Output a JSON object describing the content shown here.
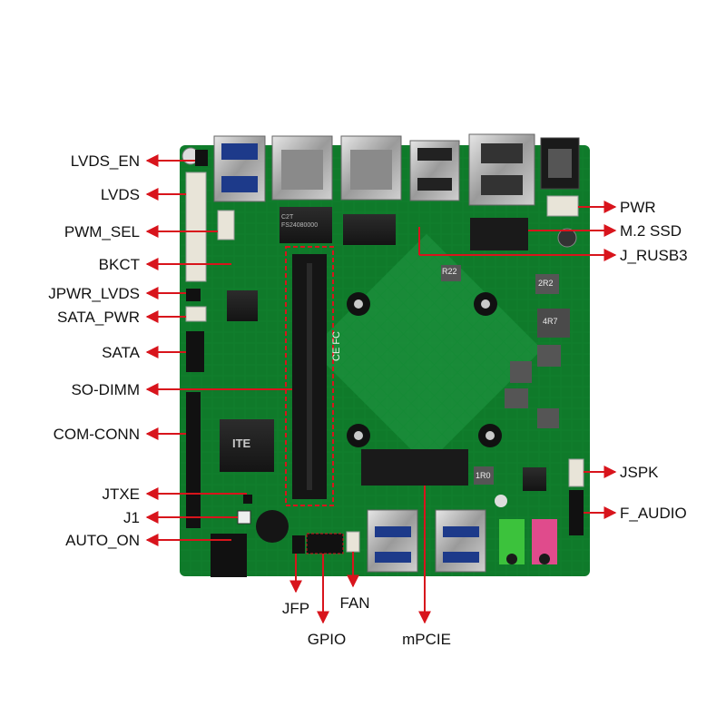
{
  "diagram": {
    "callouts_left": [
      {
        "id": "lvds-en",
        "text": "LVDS_EN"
      },
      {
        "id": "lvds",
        "text": "LVDS"
      },
      {
        "id": "pwm-sel",
        "text": "PWM_SEL"
      },
      {
        "id": "bkct",
        "text": "BKCT"
      },
      {
        "id": "jpwr-lvds",
        "text": "JPWR_LVDS"
      },
      {
        "id": "sata-pwr",
        "text": "SATA_PWR"
      },
      {
        "id": "sata",
        "text": "SATA"
      },
      {
        "id": "so-dimm",
        "text": "SO-DIMM"
      },
      {
        "id": "com-conn",
        "text": "COM-CONN"
      },
      {
        "id": "jtxe",
        "text": "JTXE"
      },
      {
        "id": "j1",
        "text": "J1"
      },
      {
        "id": "auto-on",
        "text": "AUTO_ON"
      }
    ],
    "callouts_right": [
      {
        "id": "pwr",
        "text": "PWR"
      },
      {
        "id": "m2-ssd",
        "text": "M.2 SSD"
      },
      {
        "id": "j-rusb3",
        "text": "J_RUSB3"
      },
      {
        "id": "jspk",
        "text": "JSPK"
      },
      {
        "id": "f-audio",
        "text": "F_AUDIO"
      }
    ],
    "callouts_bottom": [
      {
        "id": "jfp",
        "text": "JFP"
      },
      {
        "id": "fan",
        "text": "FAN"
      },
      {
        "id": "gpio",
        "text": "GPIO"
      },
      {
        "id": "mpcie",
        "text": "mPCIE"
      }
    ],
    "board_markings": {
      "r22": "R22",
      "r2r2": "2R2",
      "r4r7": "4R7",
      "r1r0": "1R0",
      "ce_fc": "CE FC",
      "chip_brand": "ITE",
      "lan_chip": "C2T FS24080000"
    },
    "colors": {
      "board": "#0f7a2a",
      "callout_line": "#d8141c",
      "text": "#111111"
    }
  }
}
